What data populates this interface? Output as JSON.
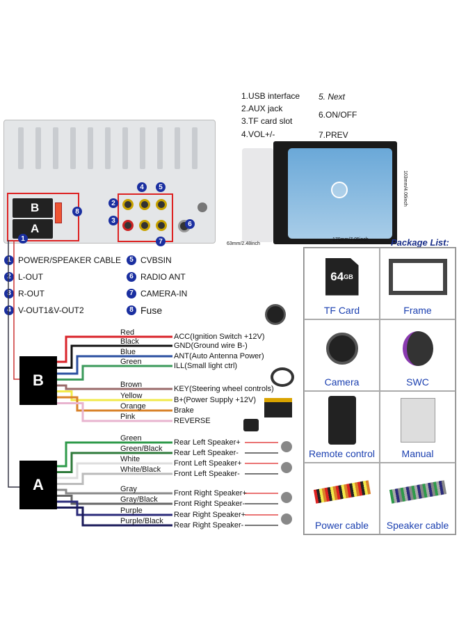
{
  "features": [
    "1.USB interface",
    "2.AUX jack",
    "3.TF card slot",
    "4.VOL+/-",
    "5. Next",
    "6.ON/OFF",
    "7.PREV"
  ],
  "dimensions": {
    "height": "103mm/4.06inch",
    "width": "179mm/7.05inch",
    "depth": "63mm/2.48inch"
  },
  "panel": {
    "plug_b": "B",
    "plug_a": "A"
  },
  "legend": [
    {
      "n": "1",
      "label": "POWER/SPEAKER CABLE"
    },
    {
      "n": "2",
      "label": "L-OUT"
    },
    {
      "n": "3",
      "label": "R-OUT"
    },
    {
      "n": "4",
      "label": "V-OUT1&V-OUT2"
    },
    {
      "n": "5",
      "label": "CVBSIN"
    },
    {
      "n": "6",
      "label": "RADIO ANT"
    },
    {
      "n": "7",
      "label": "CAMERA-IN"
    },
    {
      "n": "8",
      "label": "Fuse"
    }
  ],
  "harness_b": {
    "label": "B",
    "wires": [
      {
        "color": "Red",
        "hex": "#d9232a",
        "func": "ACC(Ignition Switch +12V)"
      },
      {
        "color": "Black",
        "hex": "#111111",
        "func": "GND(Ground wire B-)"
      },
      {
        "color": "Blue",
        "hex": "#2a4fa0",
        "func": "ANT(Auto Antenna Power)"
      },
      {
        "color": "Green",
        "hex": "#3a9a5a",
        "func": "ILL(Small light ctrl)"
      },
      {
        "color": "Brown",
        "hex": "#9a6a6a",
        "func": "KEY(Steering wheel controls)"
      },
      {
        "color": "Yellow",
        "hex": "#f2ea4a",
        "func": "B+(Power Supply +12V)"
      },
      {
        "color": "Orange",
        "hex": "#d9822a",
        "func": "Brake"
      },
      {
        "color": "Pink",
        "hex": "#e8b4cf",
        "func": "REVERSE"
      }
    ]
  },
  "harness_a": {
    "label": "A",
    "wires": [
      {
        "color": "Green",
        "hex": "#2e9a4a",
        "func": "Rear Left Speaker+"
      },
      {
        "color": "Green/Black",
        "hex": "#2e7a3a",
        "func": "Rear Left Speaker-"
      },
      {
        "color": "White",
        "hex": "#dddddd",
        "func": "Front Left Speaker+"
      },
      {
        "color": "White/Black",
        "hex": "#bbbbbb",
        "func": "Front Left Speaker-"
      },
      {
        "color": "Gray",
        "hex": "#888888",
        "func": "Front Right Speaker+"
      },
      {
        "color": "Gray/Black",
        "hex": "#666666",
        "func": "Front Right Speaker-"
      },
      {
        "color": "Purple",
        "hex": "#2a2a7a",
        "func": "Rear Right Speaker+"
      },
      {
        "color": "Purple/Black",
        "hex": "#1a1a5a",
        "func": "Rear Right Speaker-"
      }
    ]
  },
  "package": {
    "title": "Package List:",
    "items": [
      "TF Card",
      "Frame",
      "Camera",
      "SWC",
      "Remote control",
      "Manual",
      "Power cable",
      "Speaker cable"
    ],
    "tf_capacity": "64",
    "tf_unit": "GB"
  }
}
